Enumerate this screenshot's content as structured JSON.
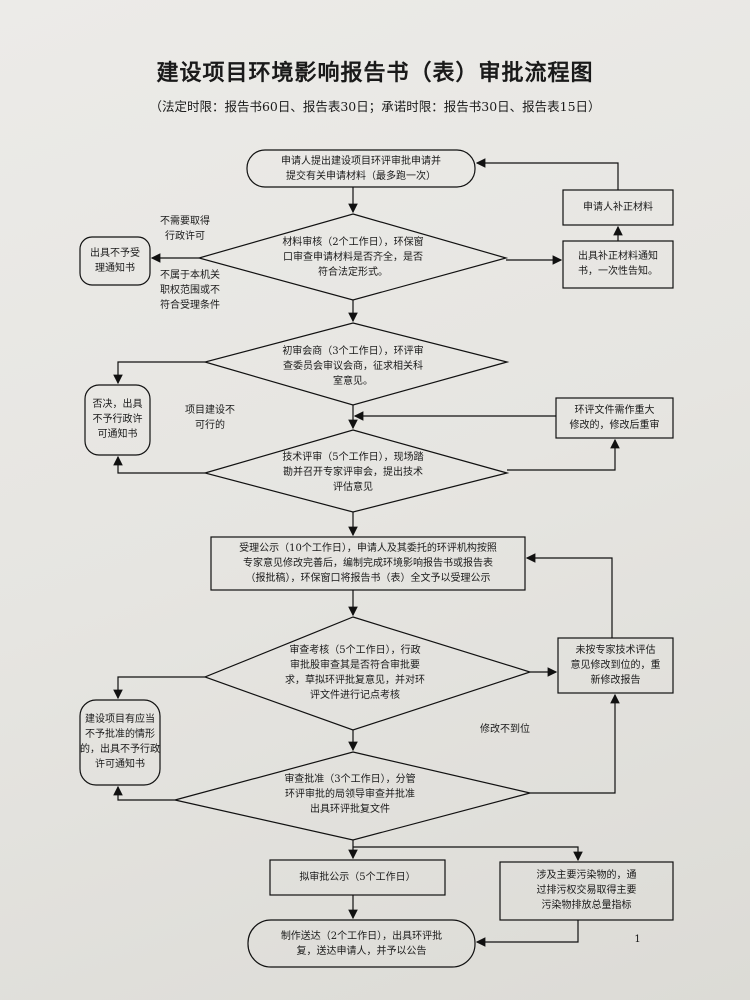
{
  "title": "建设项目环境影响报告书（表）审批流程图",
  "subtitle": "（法定时限：报告书60日、报告表30日；承诺时限：报告书30日、报告表15日）",
  "nodes": {
    "start": "申请人提出建设项目环评审批申请并\n提交有关申请材料（最多跑一次）",
    "material_review": "材料审核（2个工作日），环保窗\n口审查申请材料是否齐全，是否\n符合法定形式。",
    "reject_notice": "出具不予受\n理通知书",
    "supplement_notice": "出具补正材料通知\n书，一次性告知。",
    "applicant_supplement": "申请人补正材料",
    "preliminary": "初审会商（3个工作日），环评审\n查委员会审议会商，征求相关科\n室意见。",
    "veto": "否决，出具\n不予行政许\n可通知书",
    "major_revision": "环评文件需作重大\n修改的，修改后重审",
    "tech_review": "技术评审（5个工作日），现场踏\n勘并召开专家评审会，提出技术\n评估意见",
    "acceptance_publicity": "受理公示（10个工作日），申请人及其委托的环评机构按照\n专家意见修改完善后，编制完成环境影响报告书或报告表\n（报批稿），环保窗口将报告书（表）全文予以受理公示",
    "examination": "审查考核（5个工作日），行政\n审批股审查其是否符合审批要\n求，草拟环评批复意见，并对环\n评文件进行记点考核",
    "not_revised": "未按专家技术评估\n意见修改到位的，重\n新修改报告",
    "not_approved": "建设项目有应当\n不予批准的情形\n的，出具不予行政\n许可通知书",
    "approval": "审查批准（3个工作日），分管\n环评审批的局领导审查并批准\n出具环评批复文件",
    "pre_publicity": "拟审批公示（5个工作日）",
    "pollutant": "涉及主要污染物的，通\n过排污权交易取得主要\n污染物排放总量指标",
    "delivery": "制作送达（2个工作日），出具环评批\n复，送达申请人，并予以公告"
  },
  "labels": {
    "no_permit_needed": "不需要取得\n行政许可",
    "out_of_scope": "不属于本机关\n职权范围或不\n符合受理条件",
    "infeasible": "项目建设不\n可行的",
    "revision_incomplete": "修改不到位"
  },
  "page_number": "1"
}
